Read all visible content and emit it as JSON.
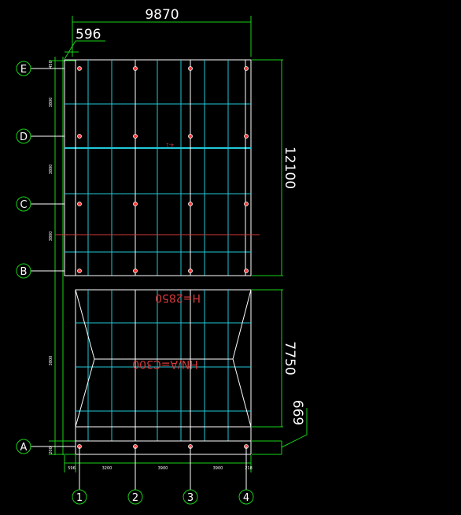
{
  "drawing": {
    "overall_width_dim": "9870",
    "offset_dim": "596",
    "upper_height_dim": "12100",
    "lower_height_dim": "7750",
    "edge_dim": "669",
    "bay_dims_bottom": [
      "596",
      "3200",
      "3900",
      "3900",
      "218"
    ],
    "row_dims_left": [
      "450",
      "3800",
      "3800",
      "3800",
      "3800",
      "200"
    ],
    "note_height": "H=2850",
    "note_beam": "HN/A=C300",
    "note_mark": "4-1",
    "row_axes": [
      "E",
      "D",
      "C",
      "B",
      "A"
    ],
    "col_axes": [
      "1",
      "2",
      "3",
      "4"
    ]
  },
  "colors": {
    "background": "#000000",
    "green": "#19d219",
    "cyan": "#22c8d8",
    "white": "#ffffff",
    "red": "#d43a3a"
  }
}
